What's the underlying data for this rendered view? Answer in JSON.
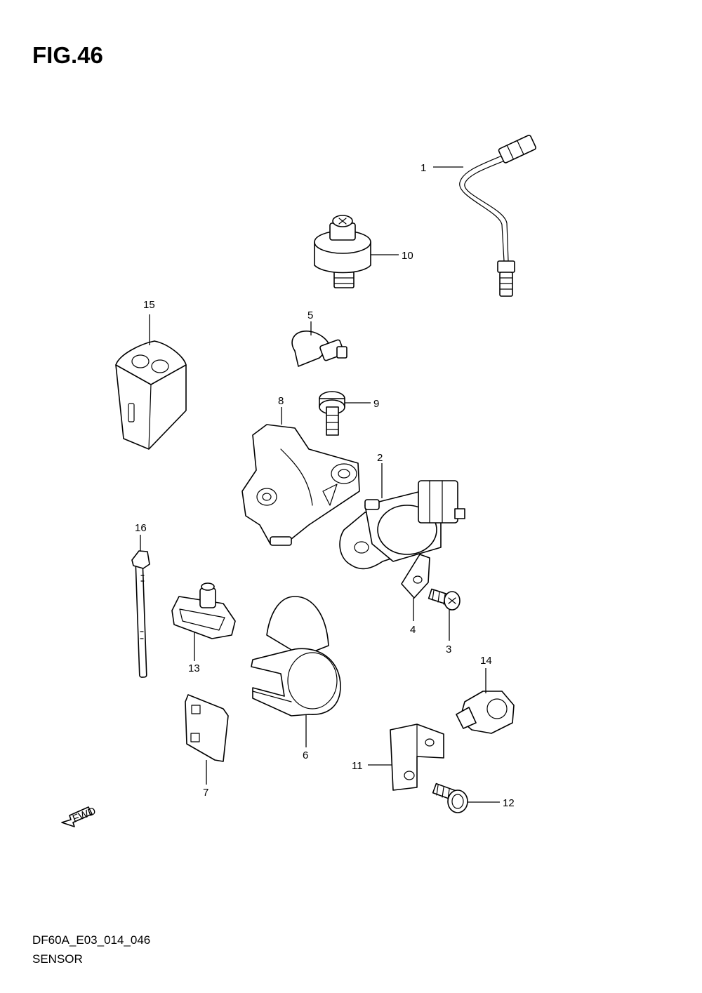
{
  "figure": {
    "title": "FIG.46",
    "code": "DF60A_E03_014_046",
    "name": "SENSOR"
  },
  "fwd_arrow": {
    "label": "FWD"
  },
  "callouts": [
    "1",
    "2",
    "3",
    "4",
    "5",
    "6",
    "7",
    "8",
    "9",
    "10",
    "11",
    "12",
    "13",
    "14",
    "15",
    "16"
  ]
}
